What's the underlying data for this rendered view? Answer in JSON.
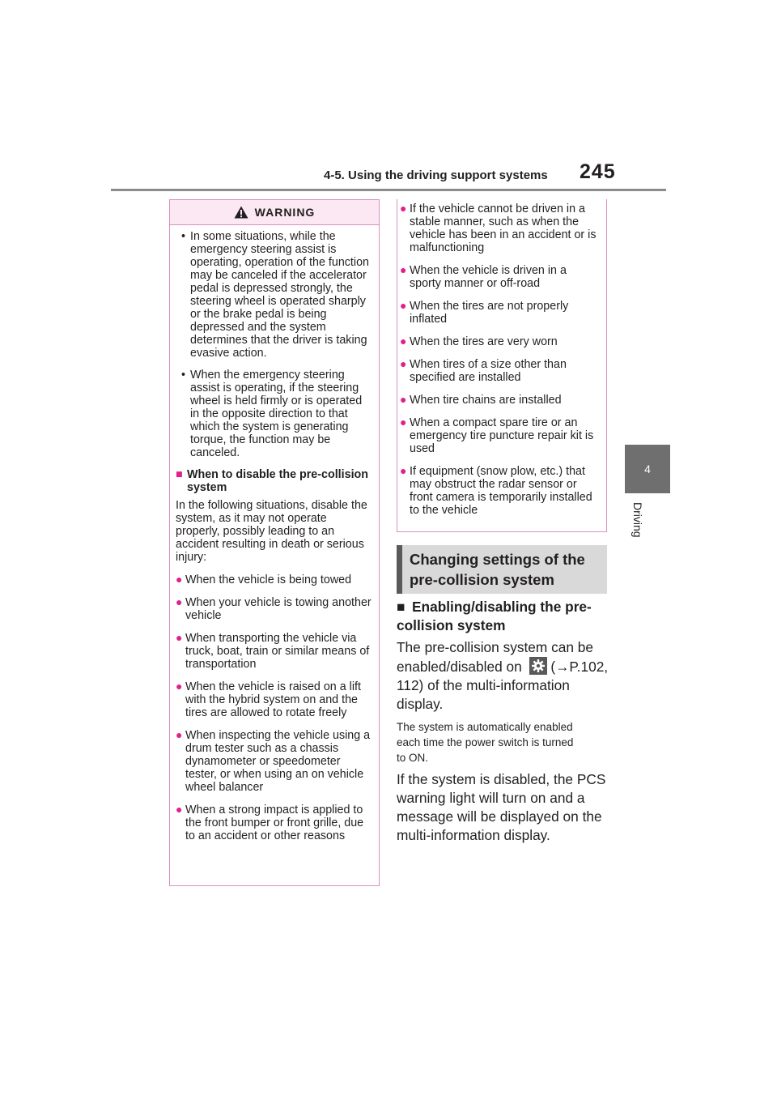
{
  "header": {
    "section_title": "4-5. Using the driving support systems",
    "page_number": "245",
    "chapter_number": "4",
    "chapter_label": "Driving"
  },
  "warning": {
    "title": "WARNING",
    "dash_items": [
      "In some situations, while the emergency steering assist is operating, operation of the function may be canceled if the accelerator pedal is depressed strongly, the steering wheel is operated sharply or the brake pedal is being depressed and the system determines that the driver is taking evasive action.",
      "When the emergency steering assist is operating, if the steering wheel is held firmly or is operated in the opposite direction to that which the system is generating torque, the function may be canceled."
    ],
    "subheading": "When to disable the pre-collision system",
    "intro": "In the following situations, disable the system, as it may not operate properly, possibly leading to an accident resulting in death or serious injury:",
    "bullets": [
      "When the vehicle is being towed",
      "When your vehicle is towing another vehicle",
      "When transporting the vehicle via truck, boat, train or similar means of transportation",
      "When the vehicle is raised on a lift with the hybrid system on and the tires are allowed to rotate freely",
      "When inspecting the vehicle using a drum tester such as a chassis dynamometer or speedometer tester, or when using an on vehicle wheel balancer",
      "When a strong impact is applied to the front bumper or front grille, due to an accident or other reasons"
    ]
  },
  "continued_list": {
    "bullets": [
      "If the vehicle cannot be driven in a stable manner, such as when the vehicle has been in an accident or is malfunctioning",
      "When the vehicle is driven in a sporty manner or off-road",
      "When the tires are not properly inflated",
      "When the tires are very worn",
      "When tires of a size other than specified are installed",
      "When tire chains are installed",
      "When a compact spare tire or an emergency tire puncture repair kit is used",
      "If equipment (snow plow, etc.) that may obstruct the radar sensor or front camera is temporarily installed to the vehicle"
    ]
  },
  "settings_section": {
    "banner_title": "Changing settings of the pre-collision system",
    "subheading": "Enabling/disabling the pre-collision system",
    "para1_before_icon": "The pre-collision system can be enabled/disabled on",
    "para1_after_icon": "(→P.102, 112) of the multi-information display.",
    "note": "The system is automatically enabled each time the power switch is turned to ON.",
    "para2": "If the system is disabled, the PCS warning light will turn on and a message will be displayed on the multi-information display."
  },
  "icons": {
    "warning": "warning-triangle-icon",
    "settings": "gear-icon"
  },
  "colors": {
    "accent": "#e0218a",
    "box_border": "#d98fc2",
    "warning_header_bg": "#fbe8f2",
    "banner_bg": "#d9d9d9",
    "tab_bg": "#6f6f6f"
  }
}
